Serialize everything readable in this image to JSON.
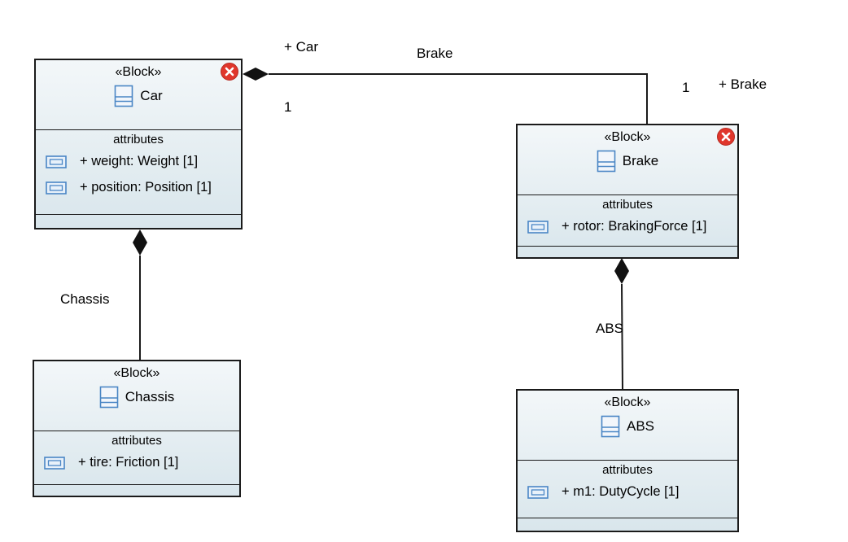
{
  "colors": {
    "line": "#1a1a1a",
    "block_fill_top": "#f3f7f9",
    "block_fill_bottom": "#d9e6ec",
    "icon_blue": "#4a86c5",
    "error_red": "#e0362c"
  },
  "blocks": {
    "car": {
      "stereotype": "«Block»",
      "name": "Car",
      "compartment_title": "attributes",
      "attributes": [
        "+ weight: Weight [1]",
        "+ position: Position [1]"
      ],
      "has_error": true
    },
    "brake": {
      "stereotype": "«Block»",
      "name": "Brake",
      "compartment_title": "attributes",
      "attributes": [
        "+ rotor: BrakingForce [1]"
      ],
      "has_error": true
    },
    "chassis": {
      "stereotype": "«Block»",
      "name": "Chassis",
      "compartment_title": "attributes",
      "attributes": [
        "+ tire: Friction [1]"
      ],
      "has_error": false
    },
    "abs": {
      "stereotype": "«Block»",
      "name": "ABS",
      "compartment_title": "attributes",
      "attributes": [
        "+ m1: DutyCycle [1]"
      ],
      "has_error": false
    }
  },
  "associations": {
    "car_brake": {
      "name": "Brake",
      "source_role": "+ Car",
      "source_multiplicity": "1",
      "target_role": "+ Brake",
      "target_multiplicity": "1"
    },
    "car_chassis": {
      "name": "Chassis"
    },
    "brake_abs": {
      "name": "ABS"
    }
  },
  "icons": {
    "block": "block-icon",
    "attribute": "property-icon",
    "error": "error-icon",
    "composition": "composition-diamond"
  }
}
